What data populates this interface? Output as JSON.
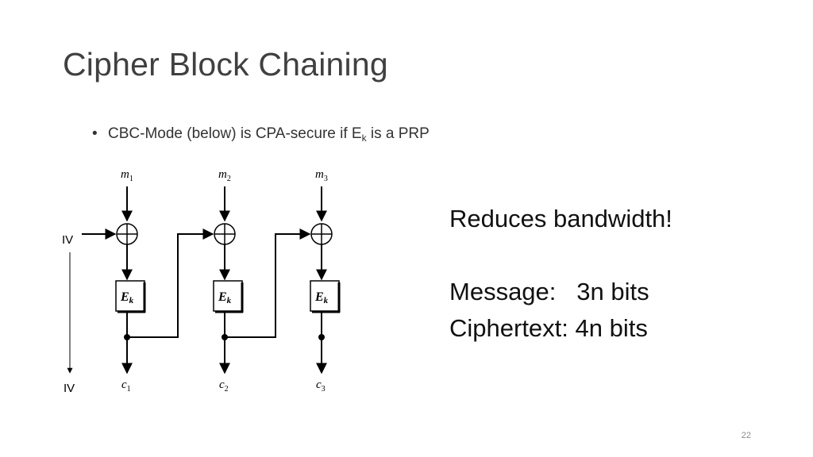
{
  "slide": {
    "title": "Cipher Block Chaining",
    "bullet": {
      "text_before": "CBC-Mode (below) is CPA-secure if E",
      "subscript": "k",
      "text_after": " is a PRP"
    },
    "notes": {
      "line1": "Reduces bandwidth!",
      "line2": "Message:   3n bits",
      "line3": "Ciphertext: 4n bits"
    },
    "page_number": "22"
  },
  "diagram": {
    "iv_label_top": "IV",
    "iv_label_bottom": "IV",
    "blocks": [
      {
        "message": "m",
        "message_index": "1",
        "cipher_letter": "E",
        "cipher_sub": "k",
        "output": "c",
        "output_index": "1"
      },
      {
        "message": "m",
        "message_index": "2",
        "cipher_letter": "E",
        "cipher_sub": "k",
        "output": "c",
        "output_index": "2"
      },
      {
        "message": "m",
        "message_index": "3",
        "cipher_letter": "E",
        "cipher_sub": "k",
        "output": "c",
        "output_index": "3"
      }
    ]
  }
}
